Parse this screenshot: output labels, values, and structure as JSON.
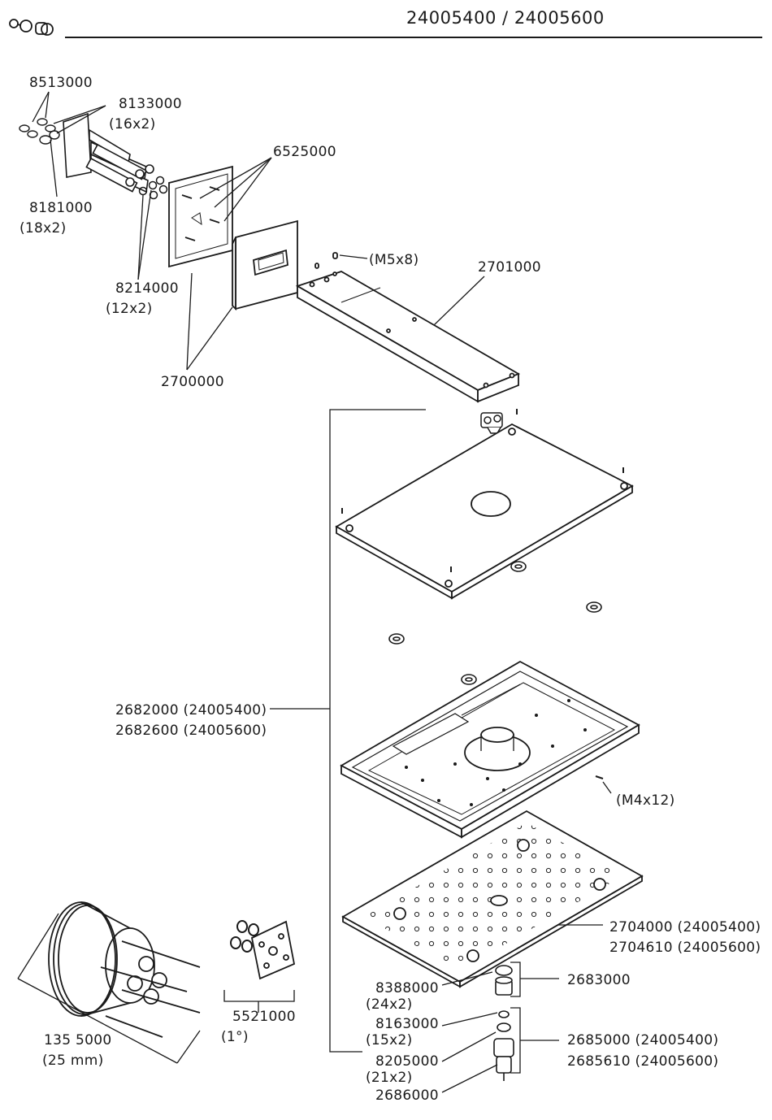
{
  "header": {
    "title": "24005400 / 24005600"
  },
  "parts": [
    {
      "id": "p8513000",
      "number": "8513000"
    },
    {
      "id": "p8133000",
      "number": "8133000",
      "size": "(16x2)"
    },
    {
      "id": "p8181000",
      "number": "8181000",
      "size": "(18x2)"
    },
    {
      "id": "p6525000",
      "number": "6525000"
    },
    {
      "id": "p8214000",
      "number": "8214000",
      "size": "(12x2)"
    },
    {
      "id": "p2700000",
      "number": "2700000"
    },
    {
      "id": "pM5x8",
      "number": "(M5x8)"
    },
    {
      "id": "p2701000",
      "number": "2701000"
    },
    {
      "id": "p2682000",
      "number": "2682000 (24005400)",
      "alt": "2682600 (24005600)"
    },
    {
      "id": "pM4x12",
      "number": "(M4x12)"
    },
    {
      "id": "p2704000",
      "number": "2704000 (24005400)",
      "alt": "2704610 (24005600)"
    },
    {
      "id": "p8388000",
      "number": "8388000",
      "size": "(24x2)"
    },
    {
      "id": "p2683000",
      "number": "2683000"
    },
    {
      "id": "p8163000",
      "number": "8163000",
      "size": "(15x2)"
    },
    {
      "id": "p2685000",
      "number": "2685000 (24005400)",
      "alt": "2685610 (24005600)"
    },
    {
      "id": "p8205000",
      "number": "8205000",
      "size": "(21x2)"
    },
    {
      "id": "p2686000",
      "number": "2686000"
    },
    {
      "id": "p5521000",
      "number": "5521000",
      "size": "(1°)"
    },
    {
      "id": "p1355000",
      "number": "135 5000",
      "size": "(25 mm)"
    }
  ]
}
